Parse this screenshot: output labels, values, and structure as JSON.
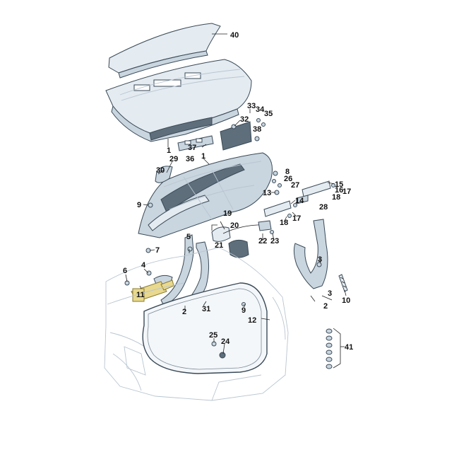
{
  "diagram": {
    "callouts": [
      {
        "id": "c40",
        "text": "40"
      },
      {
        "id": "c33",
        "text": "33"
      },
      {
        "id": "c34",
        "text": "34"
      },
      {
        "id": "c35",
        "text": "35"
      },
      {
        "id": "c32",
        "text": "32"
      },
      {
        "id": "c38",
        "text": "38"
      },
      {
        "id": "c1a",
        "text": "1"
      },
      {
        "id": "c36",
        "text": "36"
      },
      {
        "id": "c37",
        "text": "37"
      },
      {
        "id": "c29",
        "text": "29"
      },
      {
        "id": "c1b",
        "text": "1"
      },
      {
        "id": "c30",
        "text": "30"
      },
      {
        "id": "c8",
        "text": "8"
      },
      {
        "id": "c26",
        "text": "26"
      },
      {
        "id": "c27",
        "text": "27"
      },
      {
        "id": "c15",
        "text": "15"
      },
      {
        "id": "c16",
        "text": "16"
      },
      {
        "id": "c17a",
        "text": "17"
      },
      {
        "id": "c18a",
        "text": "18"
      },
      {
        "id": "c13",
        "text": "13"
      },
      {
        "id": "c14",
        "text": "14"
      },
      {
        "id": "c28",
        "text": "28"
      },
      {
        "id": "c9a",
        "text": "9"
      },
      {
        "id": "c19",
        "text": "19"
      },
      {
        "id": "c18b",
        "text": "18"
      },
      {
        "id": "c17b",
        "text": "17"
      },
      {
        "id": "c20",
        "text": "20"
      },
      {
        "id": "c21",
        "text": "21"
      },
      {
        "id": "c22",
        "text": "22"
      },
      {
        "id": "c23",
        "text": "23"
      },
      {
        "id": "c5",
        "text": "5"
      },
      {
        "id": "c7",
        "text": "7"
      },
      {
        "id": "c3a",
        "text": "3"
      },
      {
        "id": "c6",
        "text": "6"
      },
      {
        "id": "c4",
        "text": "4"
      },
      {
        "id": "c11",
        "text": "11"
      },
      {
        "id": "c2a",
        "text": "2"
      },
      {
        "id": "c31",
        "text": "31"
      },
      {
        "id": "c9b",
        "text": "9"
      },
      {
        "id": "c3b",
        "text": "3"
      },
      {
        "id": "c2b",
        "text": "2"
      },
      {
        "id": "c10",
        "text": "10"
      },
      {
        "id": "c12",
        "text": "12"
      },
      {
        "id": "c25",
        "text": "25"
      },
      {
        "id": "c24",
        "text": "24"
      },
      {
        "id": "c41",
        "text": "41"
      }
    ]
  }
}
